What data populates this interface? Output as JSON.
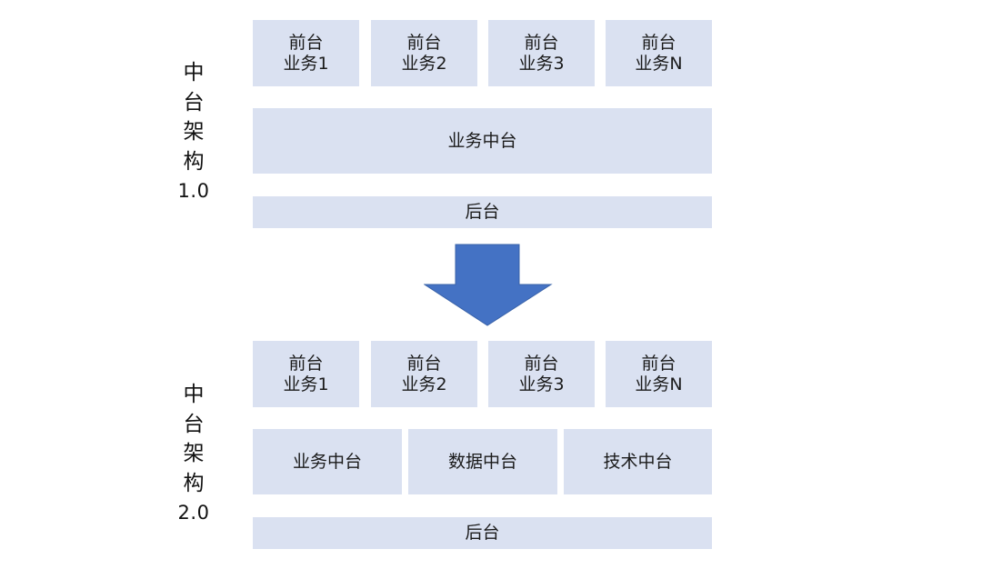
{
  "sections": [
    {
      "side_label_chars": [
        "中",
        "台",
        "架",
        "构"
      ],
      "side_label_version": "1.0",
      "front": [
        {
          "line1": "前台",
          "line2": "业务1"
        },
        {
          "line1": "前台",
          "line2": "业务2"
        },
        {
          "line1": "前台",
          "line2": "业务3"
        },
        {
          "line1": "前台",
          "line2": "业务N"
        }
      ],
      "middle": [
        "业务中台"
      ],
      "back": "后台"
    },
    {
      "side_label_chars": [
        "中",
        "台",
        "架",
        "构"
      ],
      "side_label_version": "2.0",
      "front": [
        {
          "line1": "前台",
          "line2": "业务1"
        },
        {
          "line1": "前台",
          "line2": "业务2"
        },
        {
          "line1": "前台",
          "line2": "业务3"
        },
        {
          "line1": "前台",
          "line2": "业务N"
        }
      ],
      "middle": [
        "业务中台",
        "数据中台",
        "技术中台"
      ],
      "back": "后台"
    }
  ],
  "colors": {
    "box_fill": "#dae1f1",
    "arrow_fill": "#4472c4",
    "arrow_stroke": "#3a63a9",
    "text": "#1a1a1a"
  },
  "arrow": {
    "direction": "down",
    "icon": "down-arrow-icon"
  }
}
